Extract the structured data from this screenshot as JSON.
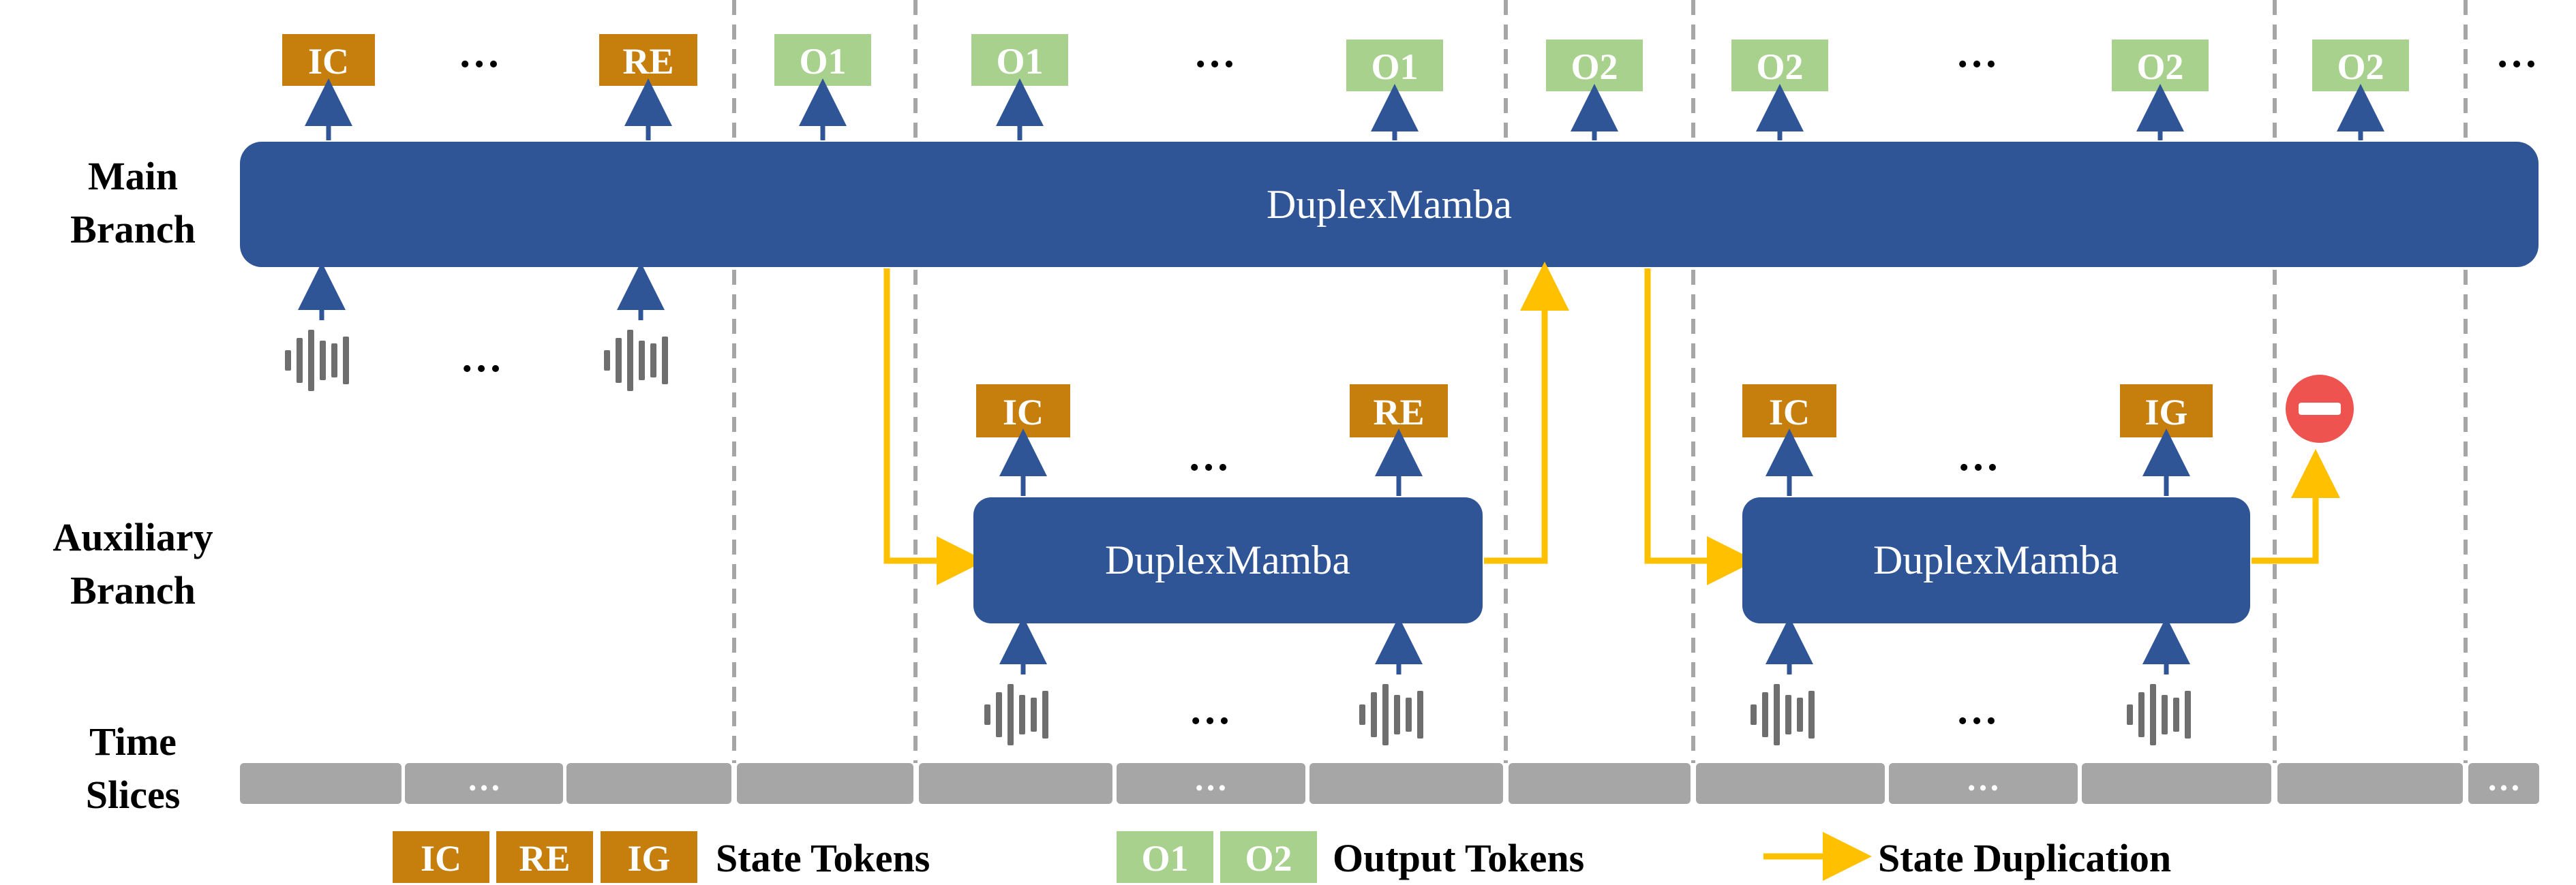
{
  "row_labels": {
    "main": [
      "Main",
      "Branch"
    ],
    "auxiliary": [
      "Auxiliary",
      "Branch"
    ],
    "time": [
      "Time",
      "Slices"
    ]
  },
  "blocks": {
    "main": "DuplexMamba",
    "aux1": "DuplexMamba",
    "aux2": "DuplexMamba"
  },
  "ellipsis": "…",
  "top_tokens": [
    {
      "label": "IC",
      "kind": "state"
    },
    {
      "label": "RE",
      "kind": "state"
    },
    {
      "label": "O1",
      "kind": "output"
    },
    {
      "label": "O1",
      "kind": "output"
    },
    {
      "label": "O1",
      "kind": "output"
    },
    {
      "label": "O2",
      "kind": "output"
    },
    {
      "label": "O2",
      "kind": "output"
    },
    {
      "label": "O2",
      "kind": "output"
    },
    {
      "label": "O2",
      "kind": "output"
    }
  ],
  "aux1_tokens": [
    {
      "label": "IC",
      "kind": "state"
    },
    {
      "label": "RE",
      "kind": "state"
    }
  ],
  "aux2_tokens": [
    {
      "label": "IC",
      "kind": "state"
    },
    {
      "label": "IG",
      "kind": "state"
    }
  ],
  "legend": {
    "state_tokens": [
      "IC",
      "RE",
      "IG"
    ],
    "state_label": "State Tokens",
    "output_tokens": [
      "O1",
      "O2"
    ],
    "output_label": "Output Tokens",
    "duplication_label": "State Duplication"
  },
  "colors": {
    "block": "#2f5597",
    "state_token": "#c67f0c",
    "output_token": "#a9d18e",
    "arrow": "#2f5597",
    "duplication": "#ffc000",
    "time_slice": "#a6a6a6",
    "divider": "#a6a6a6",
    "stop": "#ef5350",
    "waveform": "#6e6e6e"
  },
  "icons": {
    "stop": "stop-icon",
    "waveform": "audio-waveform-icon"
  }
}
